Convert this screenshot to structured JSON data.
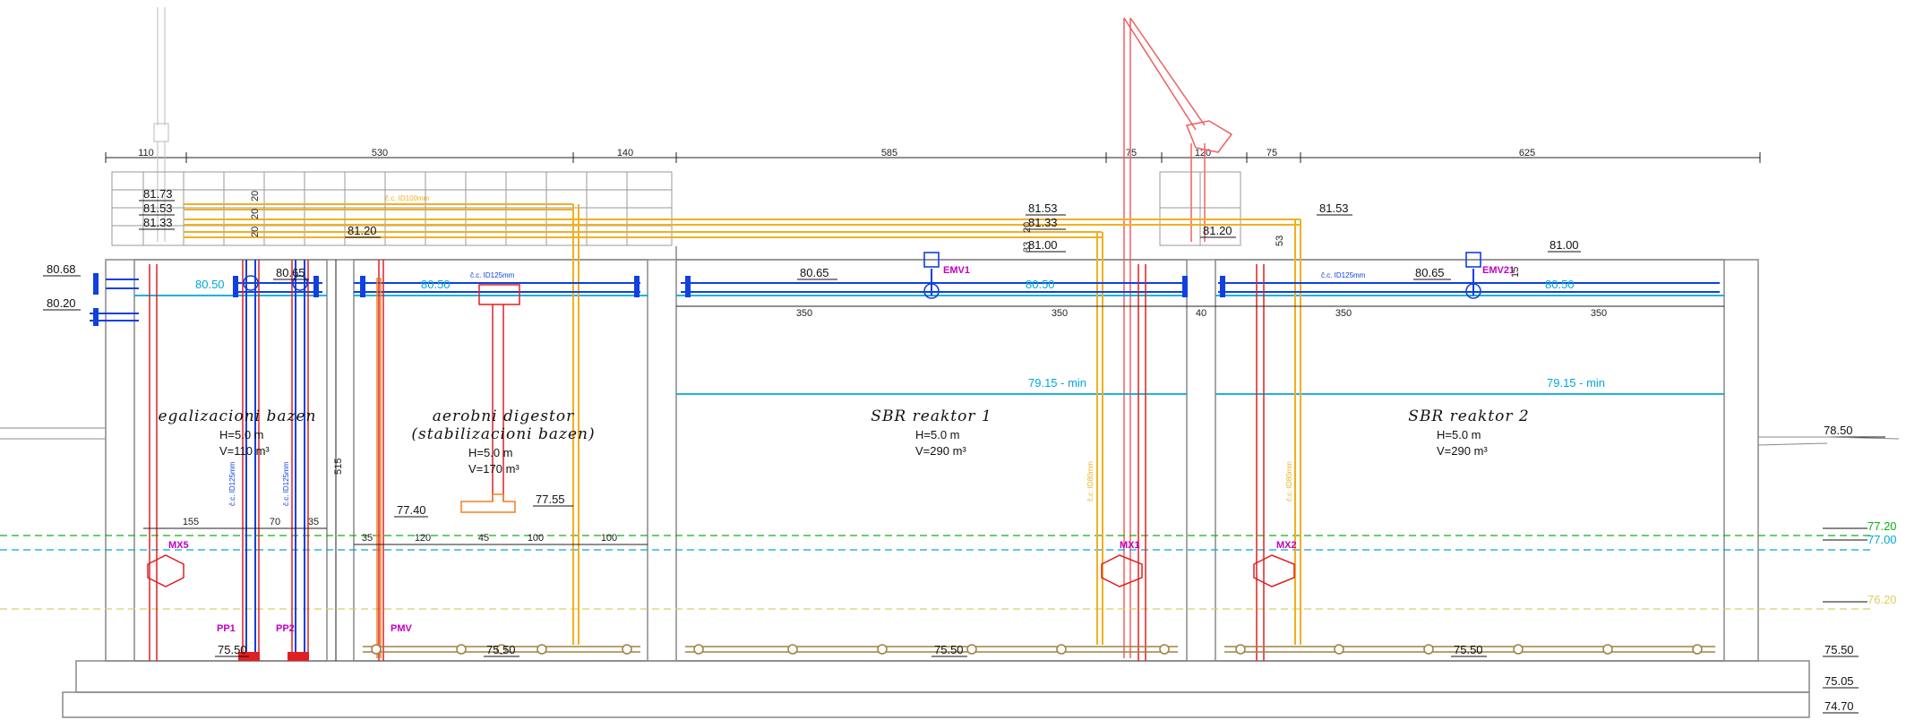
{
  "dimensions_top": [
    "110",
    "530",
    "140",
    "585",
    "75",
    "120",
    "75",
    "625"
  ],
  "tanks": [
    {
      "title": "egalizacioni bazen",
      "height": "H=5.0 m",
      "volume": "V=110 m³"
    },
    {
      "title": "aerobni digestor",
      "subtitle": "(stabilizacioni bazen)",
      "height": "H=5.0 m",
      "volume": "V=170 m³"
    },
    {
      "title": "SBR reaktor 1",
      "height": "H=5.0 m",
      "volume": "V=290 m³"
    },
    {
      "title": "SBR reaktor 2",
      "height": "H=5.0 m",
      "volume": "V=290 m³"
    }
  ],
  "levels": {
    "l81_73": "81.73",
    "l81_53a": "81.53",
    "l81_33a": "81.33",
    "l81_20a": "81.20",
    "l81_53b": "81.53",
    "l81_33b": "81.33",
    "l81_00a": "81.00",
    "l81_20b": "81.20",
    "l81_53c": "81.53",
    "l81_00b": "81.00",
    "l80_68": "80.68",
    "l80_20": "80.20",
    "l80_65a": "80.65",
    "l80_65b": "80.65",
    "l80_65c": "80.65",
    "l80_50a": "80.50",
    "l80_50b": "80.50",
    "l80_50c": "80.50",
    "l80_50d": "80.50",
    "l79_15a": "79.15 - min",
    "l79_15b": "79.15 - min",
    "l77_40": "77.40",
    "l77_55": "77.55",
    "l78_50": "78.50",
    "l77_20": "77.20",
    "l77_00": "77.00",
    "l76_20": "76.20",
    "l75_50a": "75.50",
    "l75_50b": "75.50",
    "l75_50c": "75.50",
    "l75_50d": "75.50",
    "l75_50e": "75.50",
    "l75_05": "75.05",
    "l74_70": "74.70"
  },
  "inner_dims": {
    "d350a": "350",
    "d350b": "350",
    "d40": "40",
    "d350c": "350",
    "d350d": "350",
    "d155": "155",
    "d70": "70",
    "d35a": "35",
    "d35b": "35",
    "d120": "120",
    "d45": "45",
    "d100a": "100",
    "d100b": "100",
    "d515": "515",
    "d20a": "20",
    "d20b": "20",
    "d33": "33",
    "d20c": "20",
    "d53": "53",
    "d15": "15",
    "d20d": "20"
  },
  "equipment_tags": {
    "mx5": "MX5",
    "pp1": "PP1",
    "pp2": "PP2",
    "pmv": "PMV",
    "mx1": "MX1",
    "mx2": "MX2",
    "emv1": "EMV1",
    "emv21": "EMV21"
  },
  "pipe_labels": {
    "p1": "č.c. ID100mm",
    "p2": "č.c. ID125mm",
    "p3": "č.c. ID125mm",
    "p4": "č.c. ID125mm",
    "p5": "č.c. ID125mm",
    "p6": "č.c. ID80mm",
    "p7": "č.c. ID80mm"
  },
  "colors": {
    "air_pipe": "#f0b020",
    "water_pipe": "#1040e0",
    "red_pipe": "#e02020",
    "water_level": "#00a8d8",
    "groundwater_high": "#10b010",
    "groundwater_low": "#d8d060",
    "wall": "#888888",
    "diffuser": "#a08040",
    "tag": "#c000c0"
  }
}
